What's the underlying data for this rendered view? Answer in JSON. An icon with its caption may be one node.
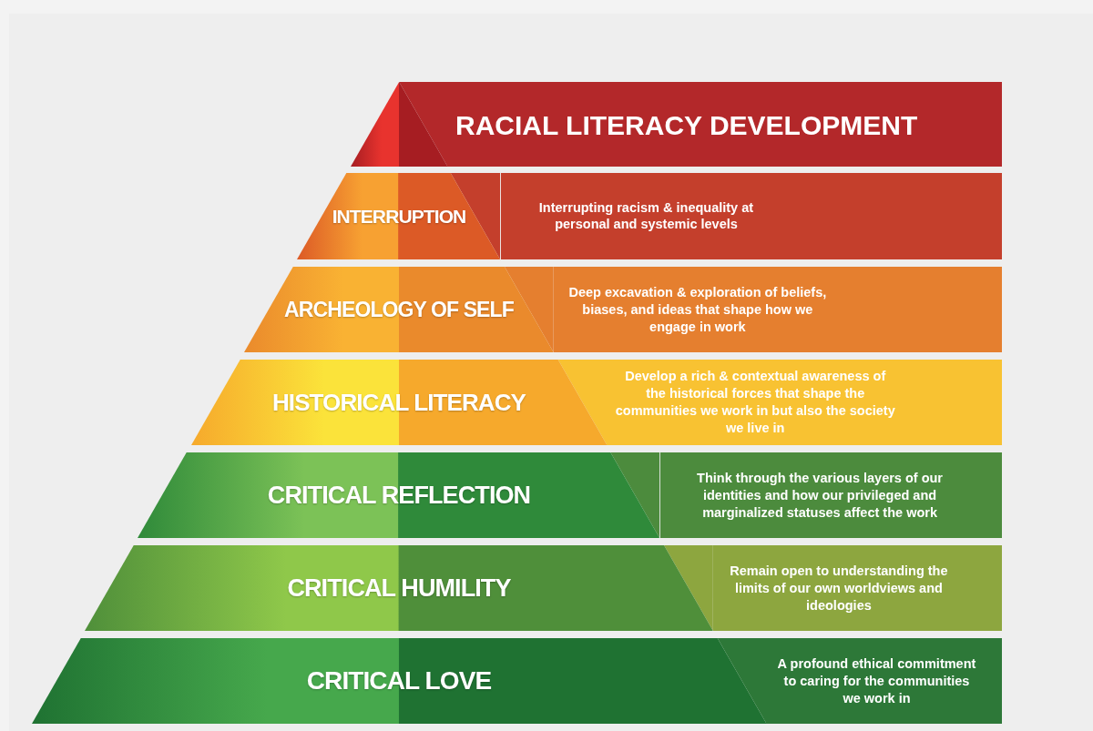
{
  "diagram": {
    "nodes": [
      {
        "text": [],
        "shape": "triangle"
      },
      {
        "text": [
          "RACIAL LITERACY DEVELOPMENT"
        ]
      },
      {
        "text": [
          "INTERRUPTION"
        ]
      },
      {
        "text": [
          "Interrupting racism & inequality at personal and systemic levels"
        ]
      },
      {
        "text": [
          "ARCHEOLOGY OF SELF"
        ]
      },
      {
        "text": [
          "Deep excavation & exploration of beliefs, biases, and ideas that shape how we engage in work"
        ]
      },
      {
        "text": [
          "HISTORICAL LITERACY"
        ]
      },
      {
        "text": [
          "Develop a rich & contextual awareness of the historical forces that shape the communities we work in but also the society we live in"
        ]
      },
      {
        "text": [
          "CRITICAL REFLECTION"
        ]
      },
      {
        "text": [
          "Think through the various layers of our identities and how our privileged and marginalized statuses affect the work"
        ]
      },
      {
        "text": [
          "CRITICAL HUMILITY"
        ]
      },
      {
        "text": [
          "Remain open to understanding the limits of our own worldviews and ideologies"
        ]
      },
      {
        "text": [
          "CRITICAL LOVE"
        ]
      },
      {
        "text": [
          "A profound ethical commitment to caring for the communities we work in"
        ]
      }
    ]
  }
}
